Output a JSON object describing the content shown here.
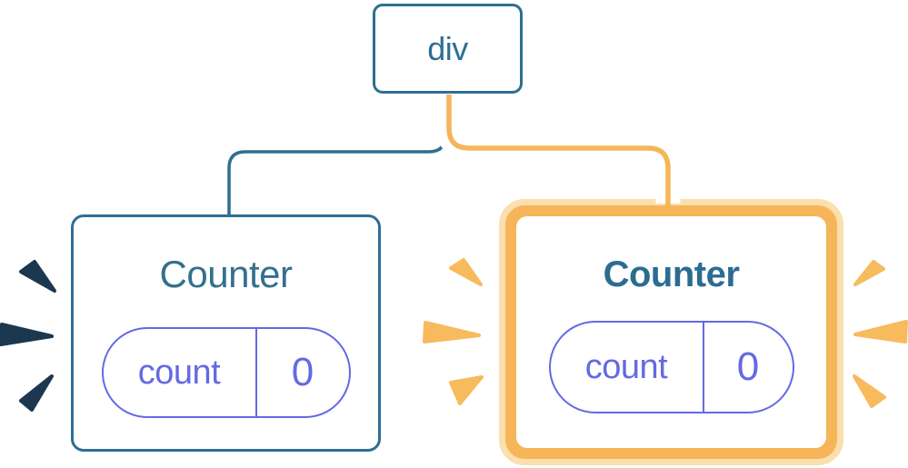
{
  "diagram": {
    "type": "react-component-tree",
    "root": {
      "label": "div"
    },
    "children": [
      {
        "label": "Counter",
        "highlighted": false,
        "state": {
          "key": "count",
          "value": "0"
        },
        "spark_color": "#1C3850"
      },
      {
        "label": "Counter",
        "highlighted": true,
        "state": {
          "key": "count",
          "value": "0"
        },
        "spark_color": "#F7BA5D"
      }
    ]
  },
  "colors": {
    "node_border_blue": "#2E6E93",
    "connector_blue": "#2E6E93",
    "title_blue": "#34708F",
    "title_blue_bold": "#2C6C91",
    "state_purple": "#6469E4",
    "highlight_orange": "#F6B558",
    "highlight_orange_light": "#FBDFAE",
    "spark_orange": "#F7BA5D",
    "spark_dark": "#1C3850",
    "connector_casing": "#FFFFFF",
    "card_background": "#FFFFFF",
    "page_background": "#FFFFFF"
  }
}
